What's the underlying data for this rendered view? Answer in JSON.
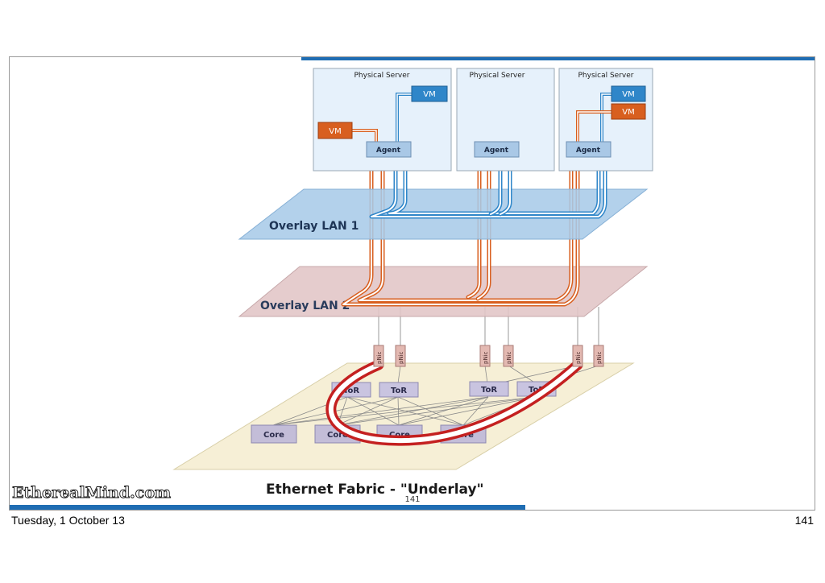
{
  "servers": [
    {
      "title": "Physical Server",
      "agent": "Agent",
      "vms": [
        {
          "label": "VM",
          "color": "#d85f1f"
        },
        {
          "label": "VM",
          "color": "#2f86c9"
        }
      ]
    },
    {
      "title": "Physical Server",
      "agent": "Agent",
      "vms": []
    },
    {
      "title": "Physical Server",
      "agent": "Agent",
      "vms": [
        {
          "label": "VM",
          "color": "#2f86c9"
        },
        {
          "label": "VM",
          "color": "#d85f1f"
        }
      ]
    }
  ],
  "layers": {
    "overlay1": "Overlay LAN 1",
    "overlay2": "Overlay LAN 2",
    "fabric": "Ethernet Fabric - \"Underlay\""
  },
  "pnic_label": "pNic",
  "tor_label": "ToR",
  "core_label": "Core",
  "brand": "EtherealMind.com",
  "slide_number_inner": "141",
  "footer": {
    "date": "Tuesday, 1 October 13",
    "page": "141"
  },
  "colors": {
    "accent_bar": "#1f6db3",
    "overlay1": "#a9cbe8",
    "overlay2": "#e2c7c8",
    "fabric": "#f6efd6",
    "vm_orange": "#d85f1f",
    "vm_blue": "#2f86c9",
    "path_red": "#d02a2a"
  }
}
